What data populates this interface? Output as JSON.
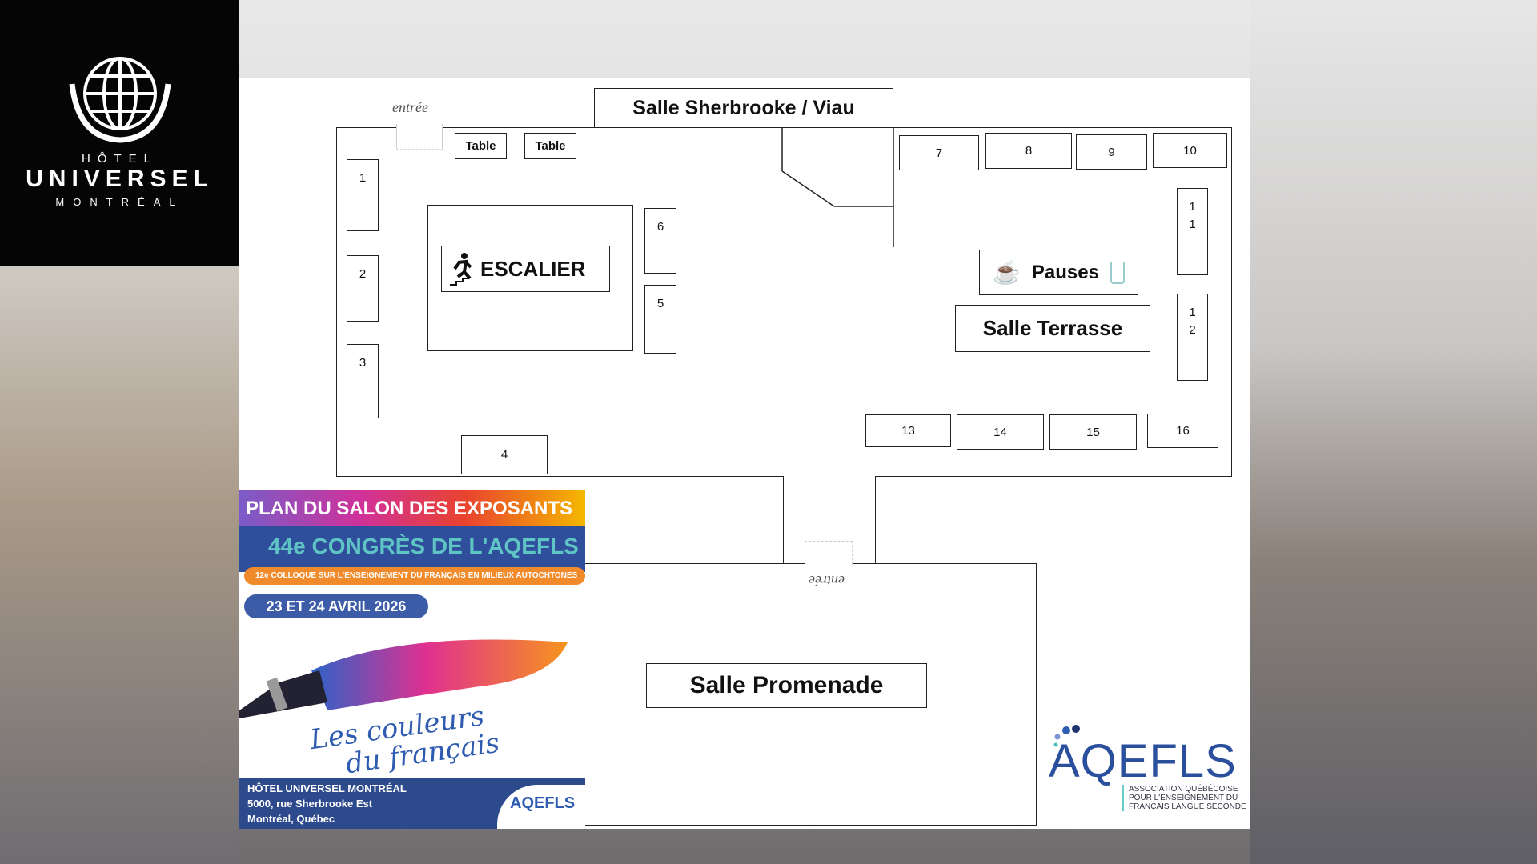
{
  "hotel_logo": {
    "line1": "HÔTEL",
    "line2": "UNIVERSEL",
    "line3": "MONTRÉAL"
  },
  "floor_plan": {
    "entrance_top": "entrée",
    "entrance_bottom": "entrée",
    "rooms": {
      "sherbrooke": "Salle Sherbrooke / Viau",
      "terrasse": "Salle Terrasse",
      "promenade": "Salle Promenade",
      "escalier": "ESCALIER",
      "pauses": "Pauses"
    },
    "tables": [
      "Table",
      "Table"
    ],
    "booths": {
      "b1": "1",
      "b2": "2",
      "b3": "3",
      "b4": "4",
      "b5": "5",
      "b6": "6",
      "b7": "7",
      "b8": "8",
      "b9": "9",
      "b10": "10",
      "b11a": "1",
      "b11b": "1",
      "b12a": "1",
      "b12b": "2",
      "b13": "13",
      "b14": "14",
      "b15": "15",
      "b16": "16"
    }
  },
  "poster": {
    "title": "PLAN DU SALON DES EXPOSANTS",
    "congress": "44e CONGRÈS DE L'AQEFLS",
    "colloque": "12e COLLOQUE SUR L'ENSEIGNEMENT DU FRANÇAIS EN MILIEUX AUTOCHTONES",
    "dates": "23 ET 24 AVRIL 2026",
    "slogan1": "Les couleurs",
    "slogan2": "du français",
    "venue": "HÔTEL UNIVERSEL MONTRÉAL",
    "address": "5000, rue Sherbrooke Est",
    "city": "Montréal, Québec",
    "logo": "AQEFLS"
  },
  "aqefls_logo": {
    "name": "AQEFLS",
    "line1": "ASSOCIATION QUÉBÉCOISE",
    "line2": "POUR L'ENSEIGNEMENT DU",
    "line3": "FRANÇAIS LANGUE SECONDE"
  }
}
